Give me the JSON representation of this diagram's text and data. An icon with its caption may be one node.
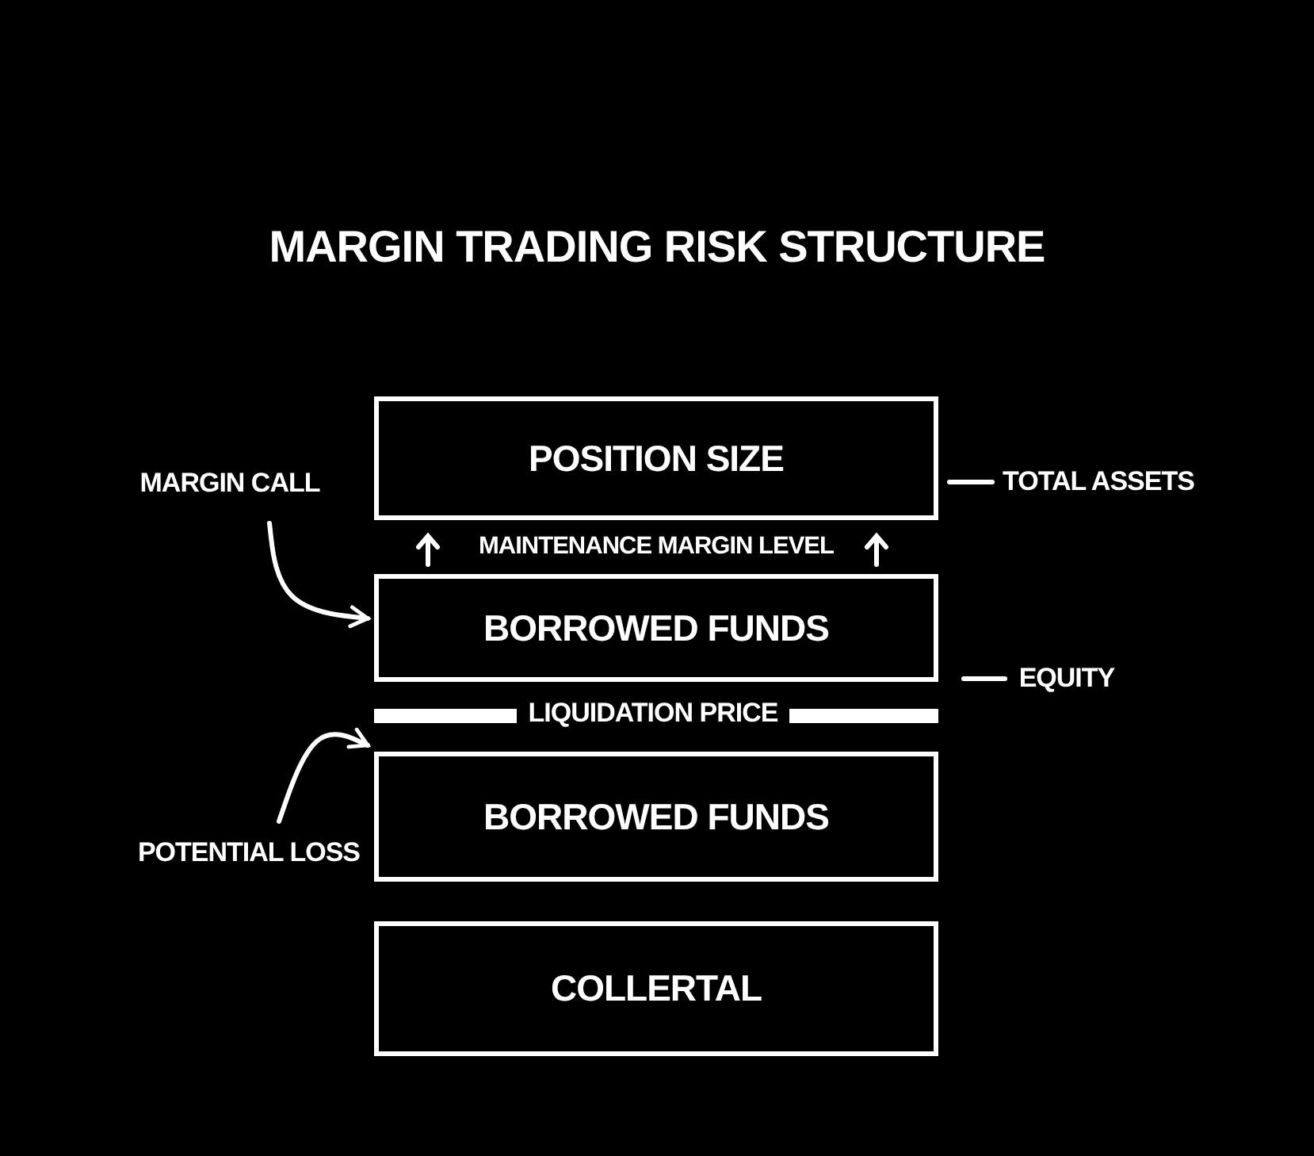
{
  "diagram": {
    "title": "MARGIN TRADING RISK STRUCTURE",
    "nodes": [
      {
        "text": [
          "POSITION SIZE"
        ]
      },
      {
        "text": [
          "BORROWED FUNDS"
        ]
      },
      {
        "text": [
          "BORROWED FUNDS"
        ]
      },
      {
        "text": [
          "COLLERTAL"
        ]
      },
      {
        "text": [
          "MARGIN CALL"
        ]
      },
      {
        "text": [
          "POTENTIAL LOSS"
        ]
      },
      {
        "text": [
          "TOTAL ASSETS"
        ]
      },
      {
        "text": [
          "EQUITY"
        ]
      }
    ],
    "edges": [
      {
        "from": 4,
        "to": 1,
        "arrow": "to"
      },
      {
        "from": 5,
        "to": 2,
        "arrow": "to"
      },
      {
        "from": 6,
        "to": 0,
        "arrow": "none"
      },
      {
        "from": 7,
        "to": null,
        "arrow": "none"
      }
    ],
    "labels": [
      "MAINTENANCE MARGIN LEVEL",
      "LIQUIDATION PRICE"
    ]
  }
}
